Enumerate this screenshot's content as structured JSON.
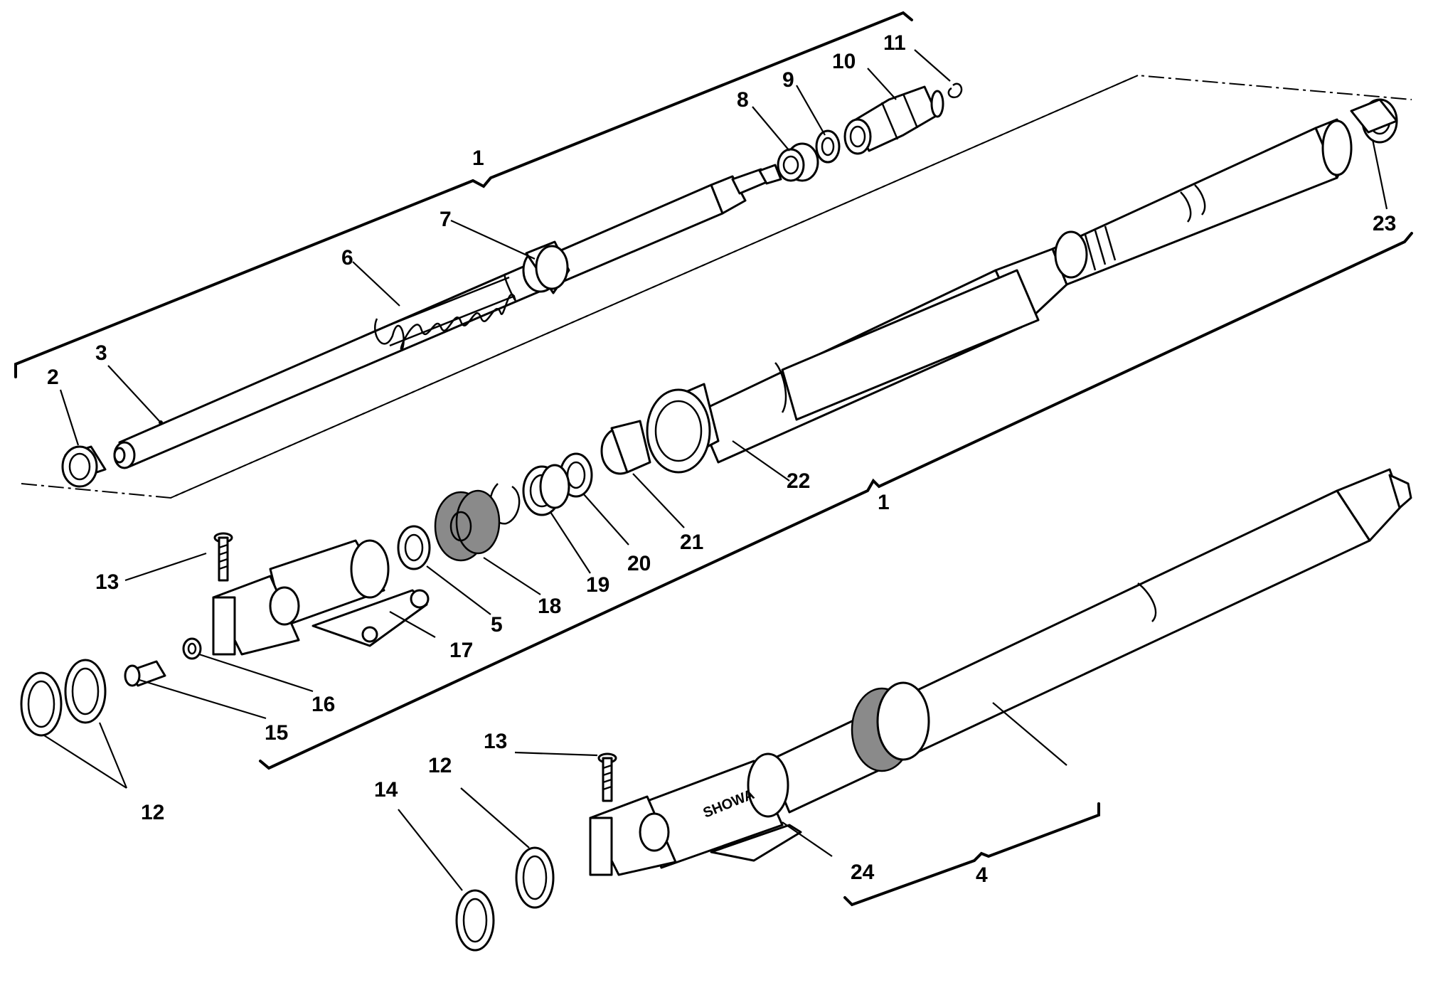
{
  "diagram": {
    "callouts": {
      "c1a": "1",
      "c1b": "1",
      "c2": "2",
      "c3": "3",
      "c4": "4",
      "c5": "5",
      "c6": "6",
      "c7": "7",
      "c8": "8",
      "c9": "9",
      "c10": "10",
      "c11": "11",
      "c12a": "12",
      "c12b": "12",
      "c13a": "13",
      "c13b": "13",
      "c14": "14",
      "c15": "15",
      "c16": "16",
      "c17": "17",
      "c18": "18",
      "c19": "19",
      "c20": "20",
      "c21": "21",
      "c22": "22",
      "c23": "23",
      "c24": "24"
    },
    "brand_marking": "SHOWA"
  }
}
